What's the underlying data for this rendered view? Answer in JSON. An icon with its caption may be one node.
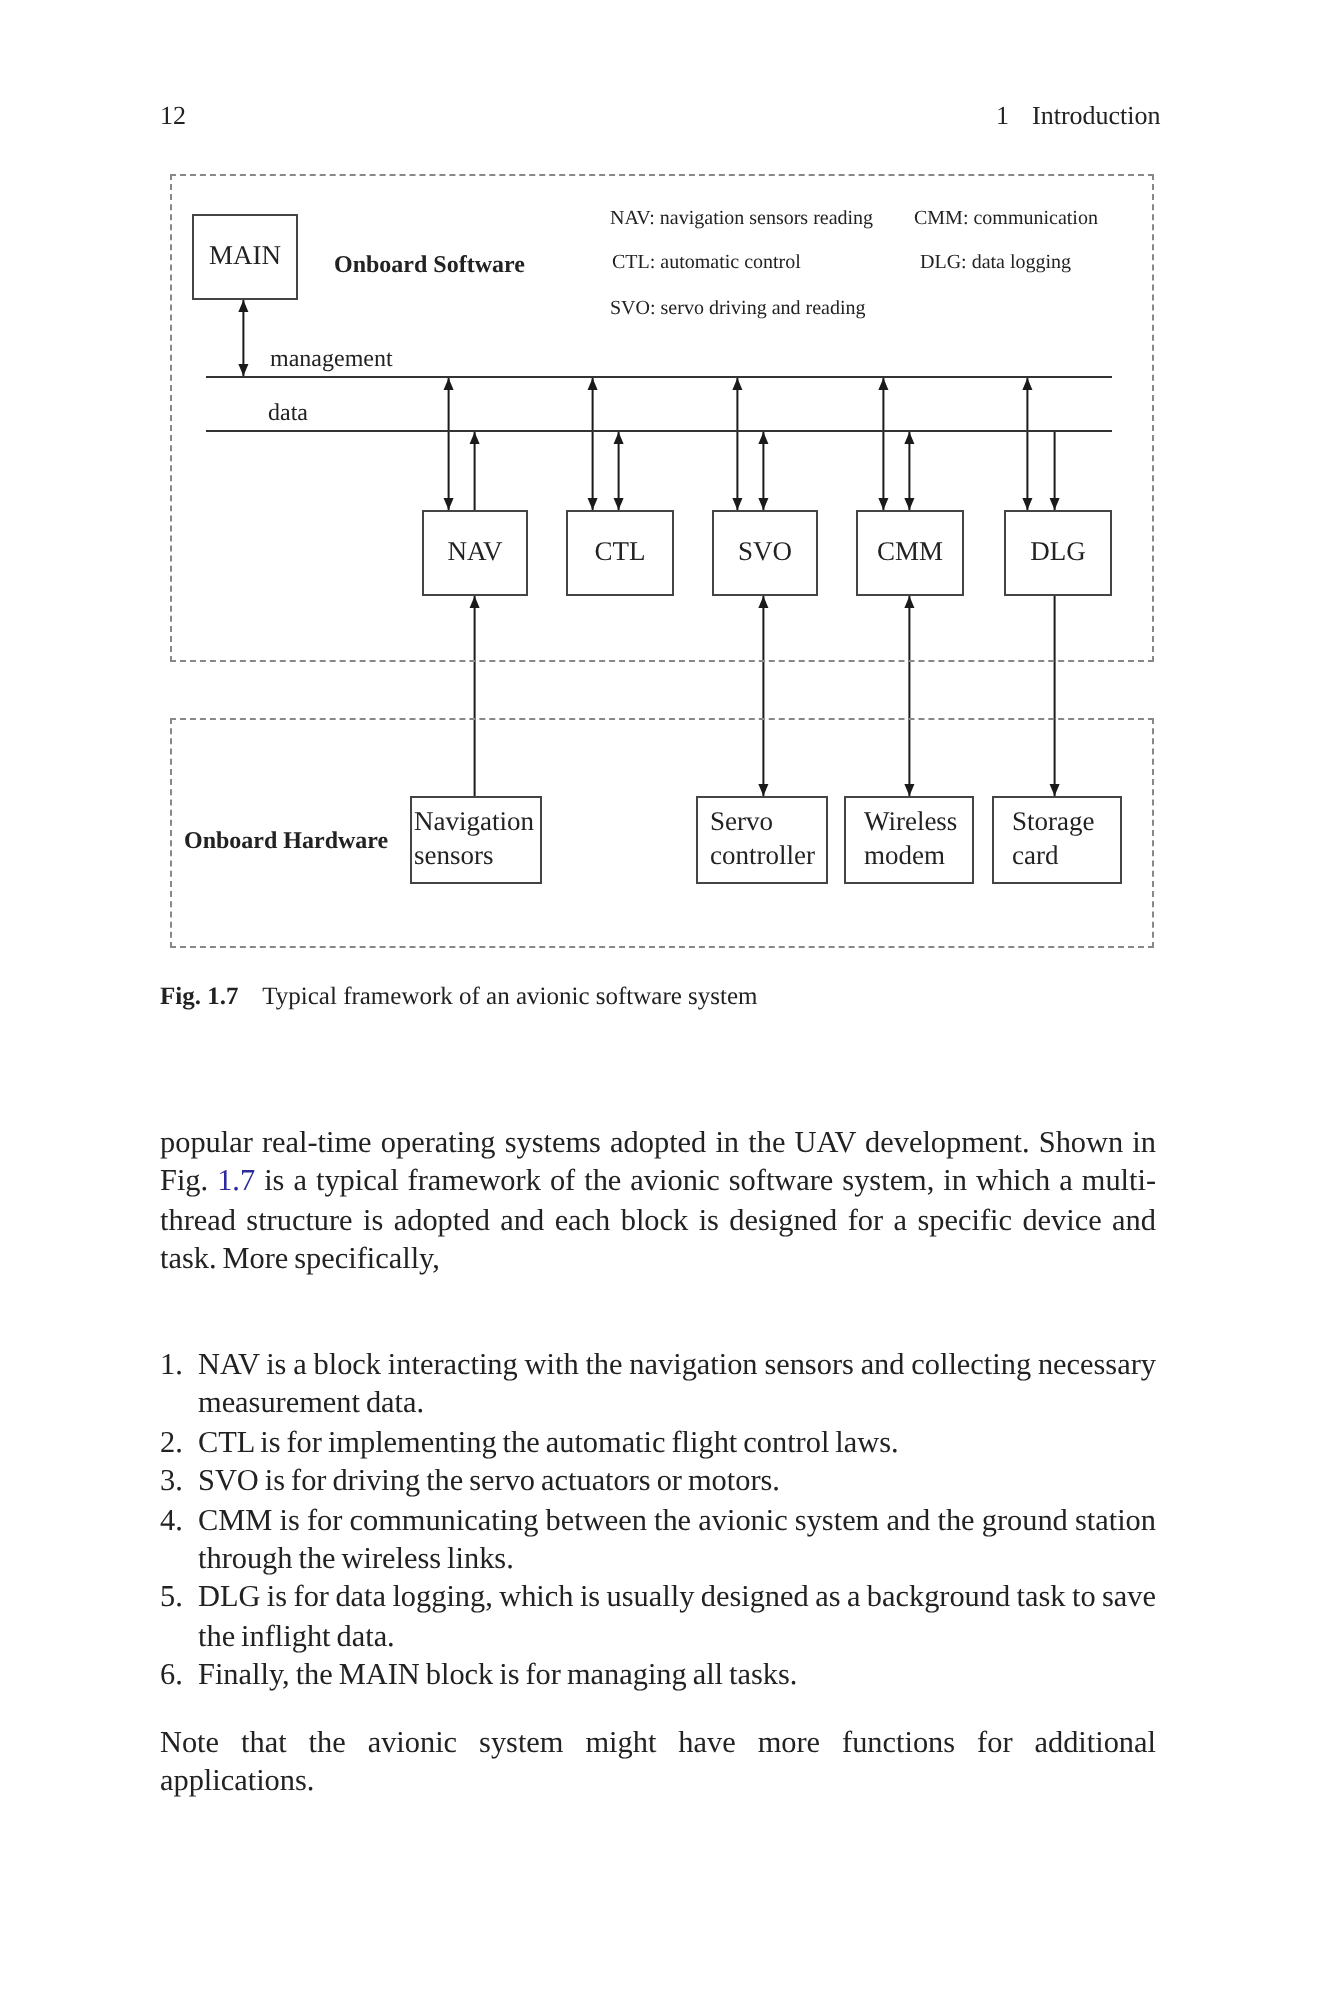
{
  "diagram": {
    "caption": "**Fig. 1.7** Typical framework of an avionic software system",
    "nodes": [
      {
        "text": [
          "Onboard Software"
        ]
      },
      {
        "text": [
          "MAIN"
        ],
        "in": 0
      },
      {
        "text": [
          "management"
        ],
        "in": 0
      },
      {
        "text": [
          "data"
        ],
        "in": 0
      },
      {
        "text": [
          "NAV"
        ],
        "in": 0
      },
      {
        "text": [
          "CTL"
        ],
        "in": 0
      },
      {
        "text": [
          "SVO"
        ],
        "in": 0
      },
      {
        "text": [
          "CMM"
        ],
        "in": 0
      },
      {
        "text": [
          "DLG"
        ],
        "in": 0
      },
      {
        "text": [
          "Onboard Hardware"
        ]
      },
      {
        "text": [
          "Navigation sensors"
        ],
        "in": 9
      },
      {
        "text": [
          "Servo controller"
        ],
        "in": 9
      },
      {
        "text": [
          "Wireless modem"
        ],
        "in": 9
      },
      {
        "text": [
          "Storage card"
        ],
        "in": 9
      }
    ],
    "edges": [
      {
        "from": 1,
        "to": 2,
        "arrow": "both"
      },
      {
        "from": 4,
        "to": 2,
        "arrow": "both"
      },
      {
        "from": 4,
        "to": 3,
        "arrow": "to"
      },
      {
        "from": 5,
        "to": 2,
        "arrow": "both"
      },
      {
        "from": 5,
        "to": 3,
        "arrow": "both"
      },
      {
        "from": 6,
        "to": 2,
        "arrow": "both"
      },
      {
        "from": 6,
        "to": 3,
        "arrow": "both"
      },
      {
        "from": 7,
        "to": 2,
        "arrow": "both"
      },
      {
        "from": 7,
        "to": 3,
        "arrow": "both"
      },
      {
        "from": 8,
        "to": 2,
        "arrow": "both"
      },
      {
        "from": 3,
        "to": 8,
        "arrow": "to"
      },
      {
        "from": 10,
        "to": 4,
        "arrow": "to"
      },
      {
        "from": 6,
        "to": 11,
        "arrow": "both"
      },
      {
        "from": 7,
        "to": 12,
        "arrow": "both"
      },
      {
        "from": 8,
        "to": 13,
        "arrow": "to"
      }
    ],
    "labels": [
      "12",
      "1",
      "Introduction",
      "NAV: navigation sensors reading",
      "CMM: communication",
      "CTL: automatic control",
      "DLG: data logging",
      "SVO: servo driving and reading",
      "popular real-time operating systems adopted in the UAV development. Shown in Fig.",
      "1.7",
      "is a typical framework of the avionic software system, in which a multi-thread structure is adopted and each block is designed for a specific device and task. More specifically,",
      "1.",
      "NAV is a block interacting with the navigation sensors and collecting necessary measurement data.",
      "2.",
      "CTL is for implementing the automatic flight control laws.",
      "3.",
      "SVO is for driving the servo actuators or motors.",
      "4.",
      "CMM is for communicating between the avionic system and the ground station through the wireless links.",
      "5.",
      "DLG is for data logging, which is usually designed as a background task to save the inflight data.",
      "6.",
      "Finally, the MAIN block is for managing all tasks.",
      "Note that the avionic system might have more functions for additional applications."
    ]
  }
}
